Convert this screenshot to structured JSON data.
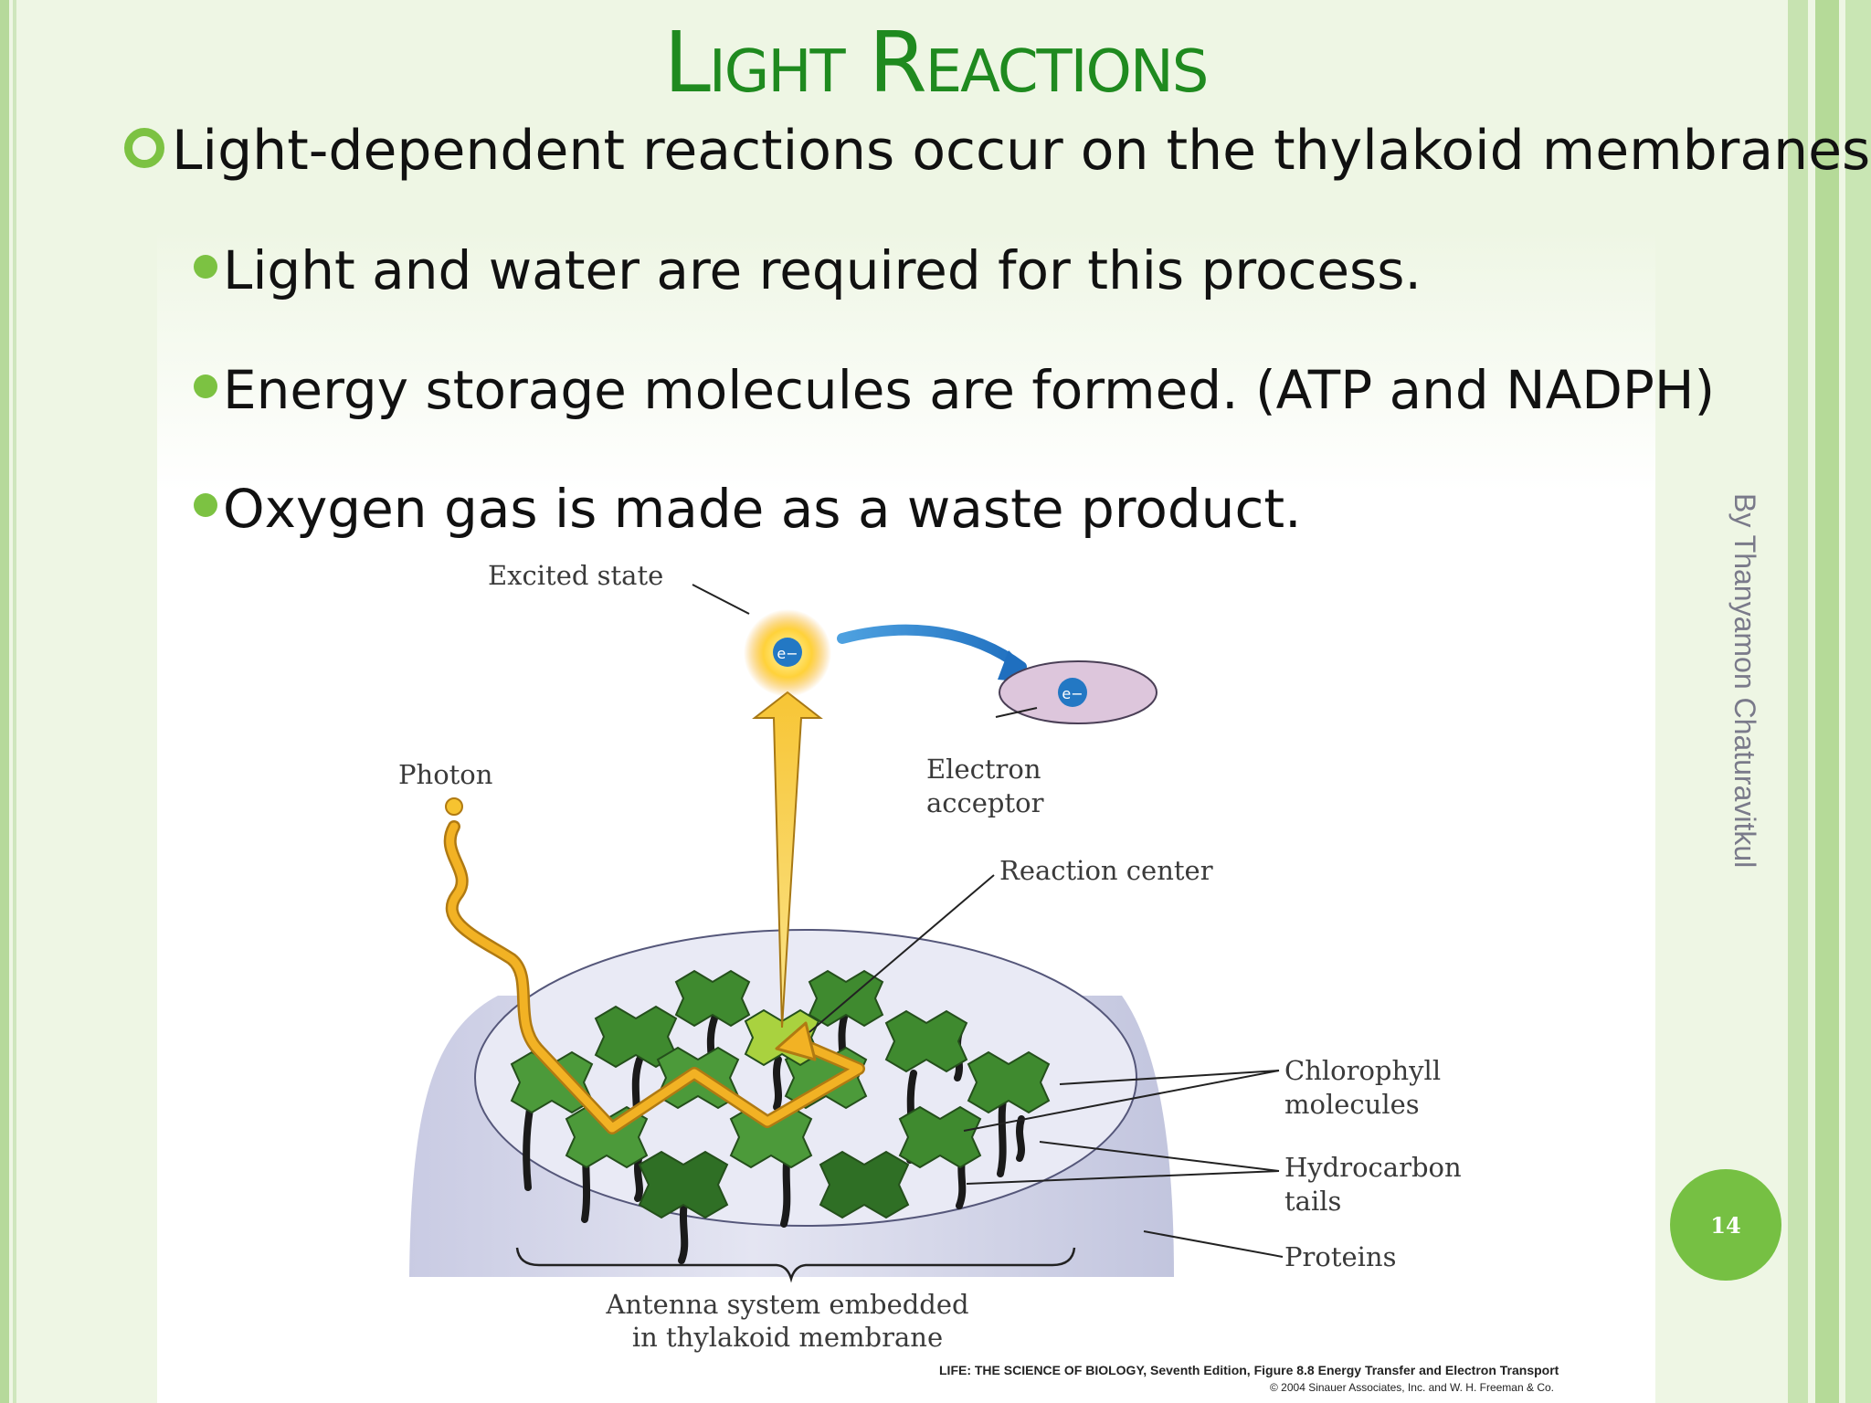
{
  "slide": {
    "title": "Light Reactions",
    "bullets": [
      {
        "level": 1,
        "text": "Light-dependent reactions occur on the thylakoid membranes."
      },
      {
        "level": 2,
        "text": "Light and water are required for this process."
      },
      {
        "level": 2,
        "text": "Energy storage molecules are formed. (ATP and NADPH)"
      },
      {
        "level": 2,
        "text": "Oxygen gas is made as a waste product."
      }
    ],
    "author": "By Thanyamon Chaturavitkul",
    "page_number": "14"
  },
  "figure": {
    "labels": {
      "excited_state": "Excited state",
      "electron": "e−",
      "photon": "Photon",
      "electron_acceptor_line1": "Electron",
      "electron_acceptor_line2": "acceptor",
      "reaction_center": "Reaction center",
      "chlorophyll_line1": "Chlorophyll",
      "chlorophyll_line2": "molecules",
      "hydrocarbon_line1": "Hydrocarbon",
      "hydrocarbon_line2": "tails",
      "proteins": "Proteins",
      "antenna_line1": "Antenna system embedded",
      "antenna_line2": "in thylakoid membrane"
    },
    "credit_line1": "LIFE: THE SCIENCE OF BIOLOGY, Seventh Edition, Figure 8.8 Energy Transfer and Electron Transport",
    "credit_line2": "© 2004 Sinauer Associates, Inc. and W. H. Freeman & Co."
  },
  "colors": {
    "title_green": "#1f8a1f",
    "bullet_green": "#7cc242",
    "leaf_dark": "#3c7f2e",
    "leaf_mid": "#4c9a3a",
    "leaf_center": "#a9d23f",
    "path_gold": "#f2b224",
    "arrow_blue": "#2378c4"
  }
}
